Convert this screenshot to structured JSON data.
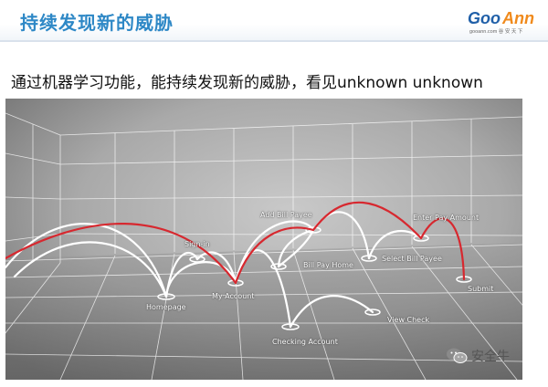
{
  "header": {
    "title": "持续发现新的威胁",
    "logo_text": "GooAnn",
    "logo_sub": "gooann.com 谷 安 天 下"
  },
  "subtitle": "通过机器学习功能，能持续发现新的威胁，看见unknown unknown",
  "diagram": {
    "nodes": [
      {
        "id": "homepage",
        "label": "Homepage"
      },
      {
        "id": "sign_in",
        "label": "Sign-in"
      },
      {
        "id": "my_account",
        "label": "My Account"
      },
      {
        "id": "add_bill_payee",
        "label": "Add Bill Payee"
      },
      {
        "id": "bill_pay_home",
        "label": "Bill Pay Home"
      },
      {
        "id": "checking_account",
        "label": "Checking Account"
      },
      {
        "id": "select_bill_payee",
        "label": "Select Bill Payee"
      },
      {
        "id": "view_check",
        "label": "View Check"
      },
      {
        "id": "enter_pay_amount",
        "label": "Enter Pay Amount"
      },
      {
        "id": "submit",
        "label": "Submit"
      }
    ],
    "colors": {
      "normal_path": "#ffffff",
      "threat_path": "#d7282f",
      "grid": "#ffffff",
      "floor_dark": "#6a6a6a"
    }
  },
  "watermark": {
    "text": "安全牛",
    "icon": "wechat-icon"
  }
}
